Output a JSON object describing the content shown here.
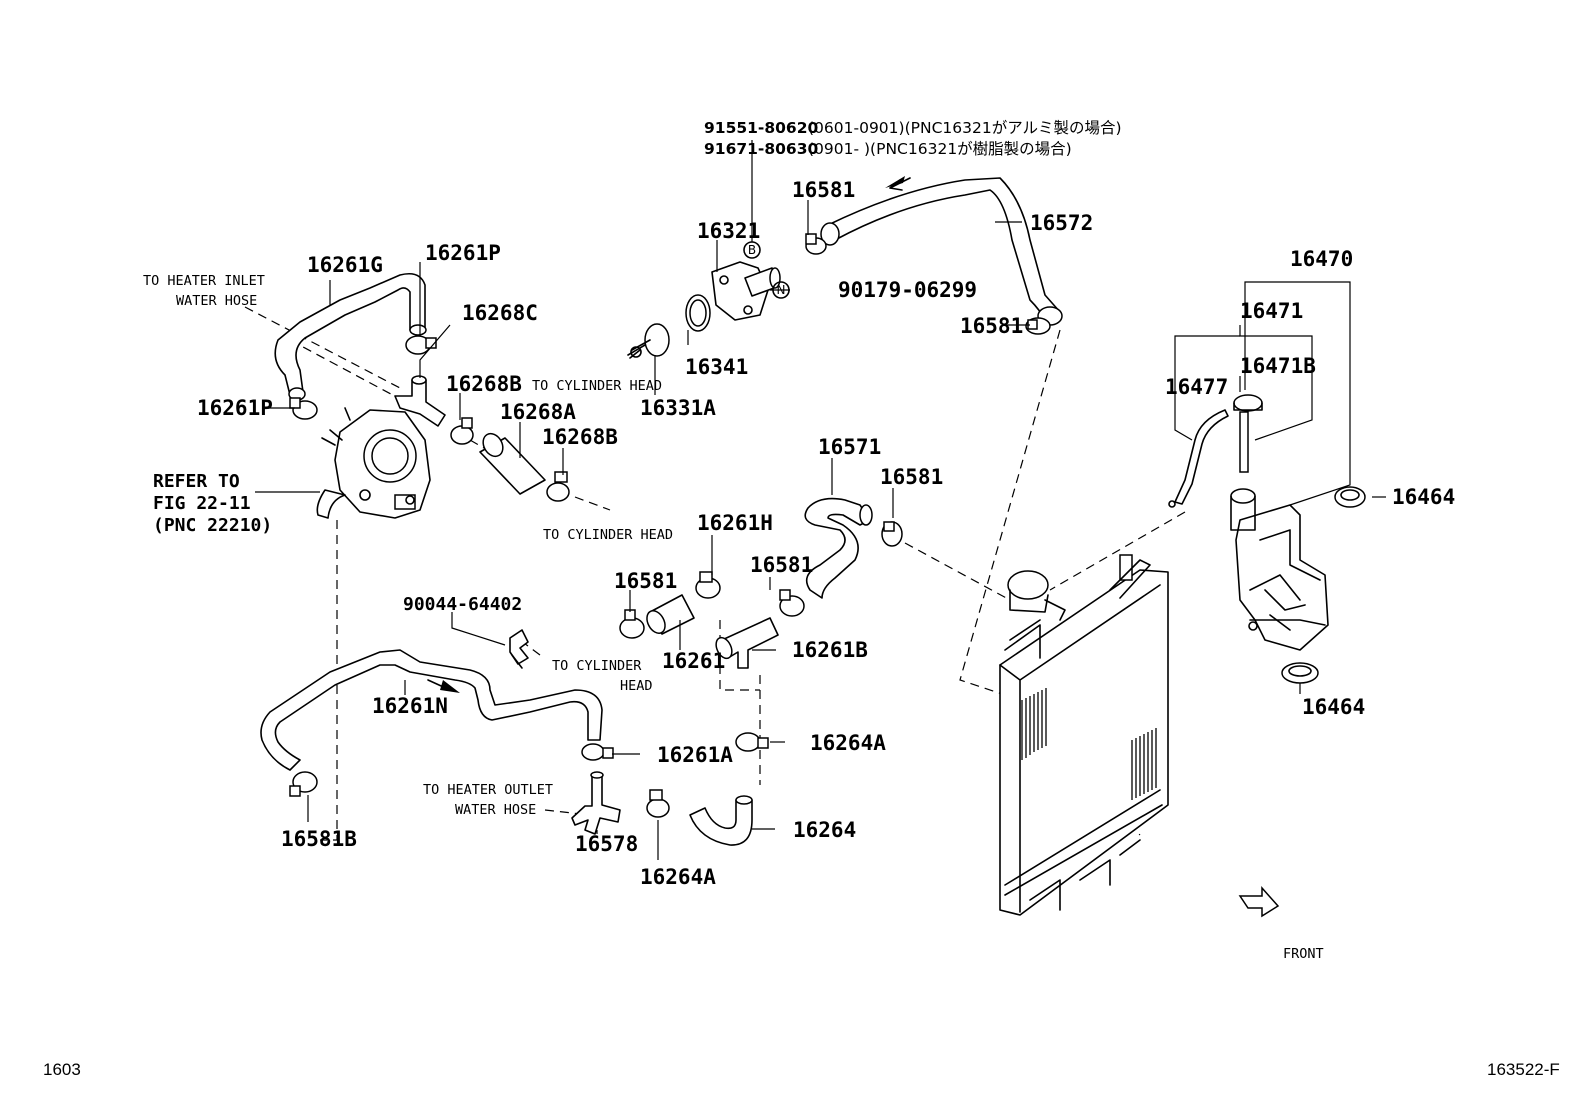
{
  "diagram": {
    "part_labels": {
      "p91551": "91551-80620",
      "p91671": "91671-80630",
      "p16581_a": "16581",
      "p16572": "16572",
      "p16321": "16321",
      "p90179": "90179-06299",
      "p16581_b": "16581",
      "p16341": "16341",
      "p16331a": "16331A",
      "p16261g": "16261G",
      "p16261p_a": "16261P",
      "p16268c": "16268C",
      "p16268b_a": "16268B",
      "p16268a": "16268A",
      "p16268b_b": "16268B",
      "p16261p_b": "16261P",
      "p16470": "16470",
      "p16471": "16471",
      "p16471b": "16471B",
      "p16477": "16477",
      "p16464_a": "16464",
      "p16464_b": "16464",
      "p16571": "16571",
      "p16581_c": "16581",
      "p16261h": "16261H",
      "p16581_d": "16581",
      "p16581_e": "16581",
      "p16261": "16261",
      "p16261b": "16261B",
      "p90044": "90044-64402",
      "p16261n": "16261N",
      "p16261a": "16261A",
      "p16264a_a": "16264A",
      "p16578": "16578",
      "p16264a_b": "16264A",
      "p16264": "16264",
      "p16581b": "16581B"
    },
    "notes": {
      "n91551_detail": "(0601-0901)(PNC16321がアルミ製の場合)",
      "n91671_detail": "(0901-      )(PNC16321が樹脂製の場合)",
      "heater_inlet_1": "TO HEATER INLET",
      "heater_inlet_2": "WATER HOSE",
      "cyl_head_1": "TO CYLINDER HEAD",
      "cyl_head_2": "TO CYLINDER HEAD",
      "cyl_head_3a": "TO CYLINDER",
      "cyl_head_3b": "HEAD",
      "heater_outlet_1": "TO HEATER OUTLET",
      "heater_outlet_2": "WATER HOSE",
      "refer_1": "REFER TO",
      "refer_2": "FIG 22-11",
      "refer_3": "(PNC 22210)",
      "front": "FRONT",
      "circle_b": "B",
      "circle_n": "N"
    },
    "footer": {
      "left_code": "1603",
      "right_code": "163522-F"
    }
  }
}
